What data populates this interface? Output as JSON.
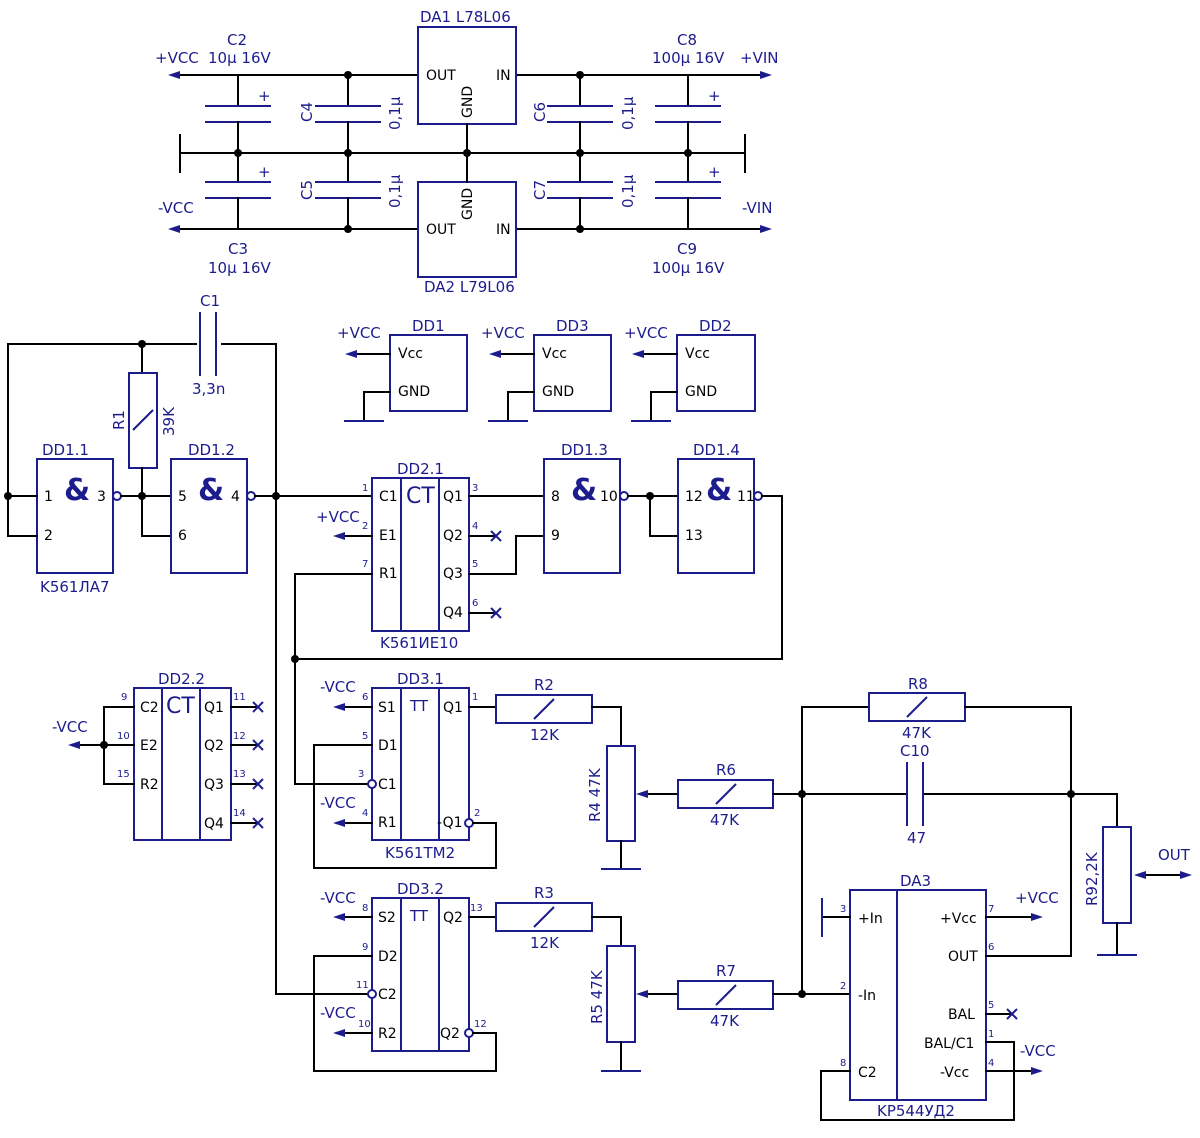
{
  "power": {
    "vcc_pos": "+VCC",
    "vcc_neg": "-VCC",
    "vin_pos": "+VIN",
    "vin_neg": "-VIN",
    "da1": "DA1 L78L06",
    "da2": "DA2 L79L06",
    "pin_out": "OUT",
    "pin_in": "IN",
    "pin_gnd": "GND",
    "c2": "C2",
    "c2v": "10µ 16V",
    "c3": "C3",
    "c3v": "10µ 16V",
    "c8": "C8",
    "c8v": "100µ 16V",
    "c9": "C9",
    "c9v": "100µ 16V",
    "c4": "C4",
    "c5": "C5",
    "c6": "C6",
    "c7": "C7",
    "small_cap": "0,1µ",
    "plus": "+"
  },
  "supply": {
    "vcc": "+VCC",
    "vcc_pin": "Vcc",
    "gnd_pin": "GND",
    "dd1": "DD1",
    "dd2": "DD2",
    "dd3": "DD3"
  },
  "osc": {
    "c1": "C1",
    "c1v": "3,3n",
    "r1": "R1",
    "r1v": "39K",
    "dd11": "DD1.1",
    "dd12": "DD1.2",
    "dd13": "DD1.3",
    "dd14": "DD1.4",
    "chip": "K561ЛА7",
    "amp": "&"
  },
  "counter": {
    "dd21": "DD2.1",
    "dd22": "DD2.2",
    "ct": "CT",
    "chip": "K561ИЕ10",
    "c1": "C1",
    "e1": "E1",
    "r1": "R1",
    "c2": "C2",
    "e2": "E2",
    "r2": "R2",
    "q1": "Q1",
    "q2": "Q2",
    "q3": "Q3",
    "q4": "Q4",
    "vcc_pos": "+VCC",
    "vcc_neg": "-VCC"
  },
  "flipflop": {
    "dd31": "DD3.1",
    "dd32": "DD3.2",
    "tt": "TT",
    "chip": "K561TM2",
    "s1": "S1",
    "d1": "D1",
    "c1": "C1",
    "r1": "R1",
    "q1": "Q1",
    "nq1": "-Q1",
    "s2": "S2",
    "d2": "D2",
    "c2": "C2",
    "r2": "R2",
    "q2": "Q2",
    "nq2": "Q2",
    "vcc_neg": "-VCC"
  },
  "mixer": {
    "r2": "R2",
    "r2v": "12K",
    "r3": "R3",
    "r3v": "12K",
    "r4": "R4 47K",
    "r5": "R5 47K",
    "r6": "R6",
    "r6v": "47K",
    "r7": "R7",
    "r7v": "47K",
    "r8": "R8",
    "r8v": "47K",
    "c10": "C10",
    "c10v": "47",
    "r9": "R92,2K",
    "out": "OUT"
  },
  "opamp": {
    "da3": "DA3",
    "chip": "KP544УД2",
    "in_p": "+In",
    "in_n": "-In",
    "c2": "C2",
    "vcc_p": "+Vcc",
    "out": "OUT",
    "bal": "BAL",
    "bal_c1": "BAL/C1",
    "vcc_n": "-Vcc",
    "ext_vcc_p": "+VCC",
    "ext_vcc_n": "-VCC"
  }
}
